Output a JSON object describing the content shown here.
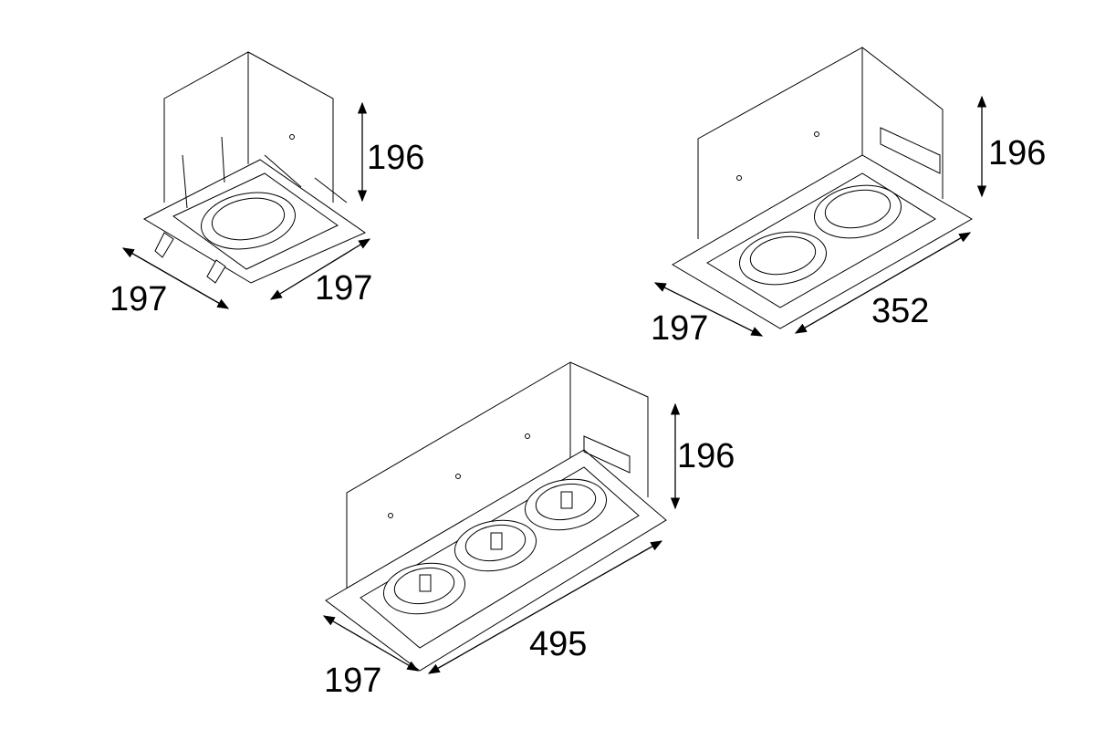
{
  "diagrams": [
    {
      "name": "single",
      "height": "196",
      "depth": "197",
      "width": "197"
    },
    {
      "name": "double",
      "height": "196",
      "depth": "197",
      "width": "352"
    },
    {
      "name": "triple",
      "height": "196",
      "depth": "197",
      "width": "495"
    }
  ]
}
